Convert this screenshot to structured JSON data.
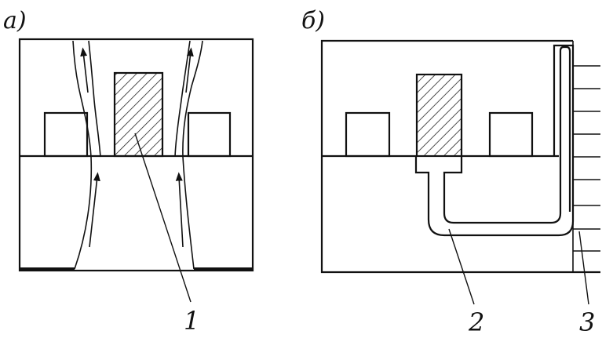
{
  "panels": {
    "a": {
      "label": "а)"
    },
    "b": {
      "label": "б)"
    }
  },
  "callouts": {
    "one": "1",
    "two": "2",
    "three": "3"
  }
}
